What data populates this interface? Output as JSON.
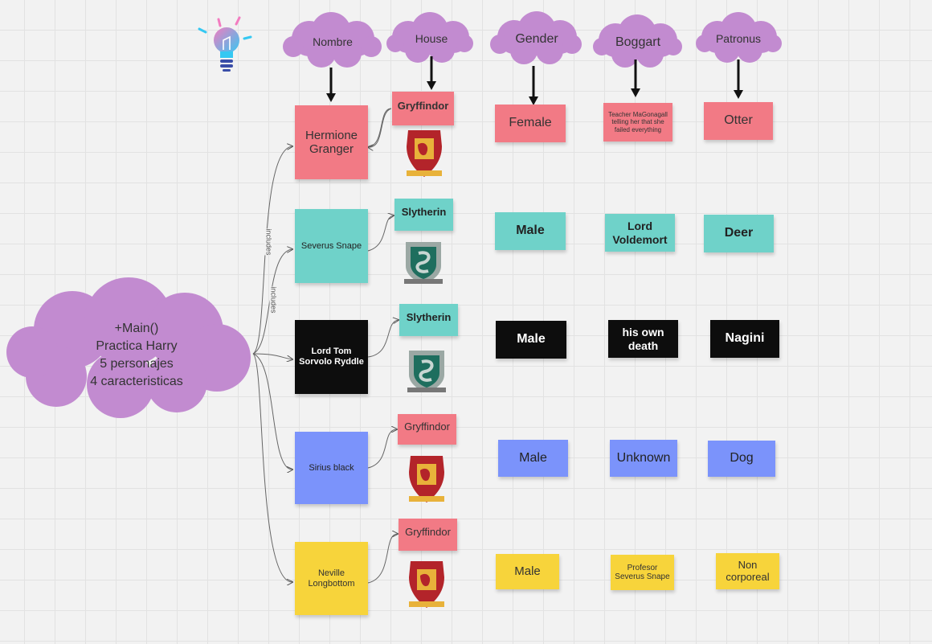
{
  "columns": {
    "nombre": "Nombre",
    "house": "House",
    "gender": "Gender",
    "boggart": "Boggart",
    "patronus": "Patronus"
  },
  "main_cloud": {
    "line1": "+Main()",
    "line2": "Practica Harry",
    "line3": "5 personajes",
    "line4": "4 caracteristicas"
  },
  "connector_label": "includes",
  "colors": {
    "cloud": "#c28bd0",
    "pink": "#f27a85",
    "teal": "#6fd2c9",
    "black": "#0d0d0d",
    "blue": "#7b93fb",
    "yellow": "#f7d43b"
  },
  "characters": [
    {
      "name": "Hermione Granger",
      "house": "Gryffindor",
      "gender": "Female",
      "boggart": "Teacher MaGonagall telling her that she failed everything",
      "patronus": "Otter"
    },
    {
      "name": "Severus Snape",
      "house": "Slytherin",
      "gender": "Male",
      "boggart": "Lord Voldemort",
      "patronus": "Deer"
    },
    {
      "name": "Lord Tom Sorvolo Ryddle",
      "house": "Slytherin",
      "gender": "Male",
      "boggart": "his own death",
      "patronus": "Nagini"
    },
    {
      "name": "Sirius black",
      "house": "Gryffindor",
      "gender": "Male",
      "boggart": "Unknown",
      "patronus": "Dog"
    },
    {
      "name": "Neville Longbottom",
      "house": "Gryffindor",
      "gender": "Male",
      "boggart": "Profesor Severus Snape",
      "patronus": "Non corporeal"
    }
  ]
}
